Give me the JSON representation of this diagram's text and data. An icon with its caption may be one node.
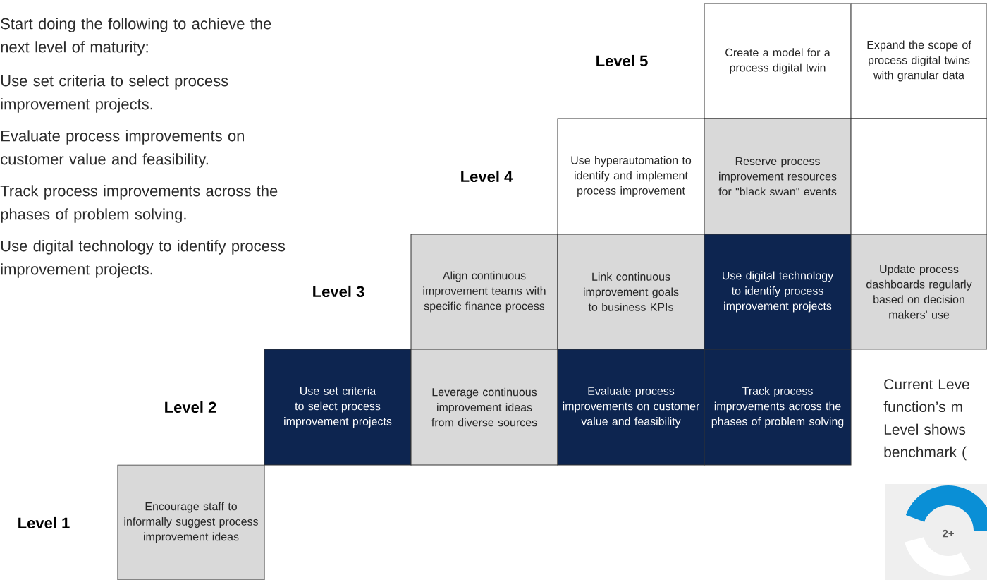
{
  "diagram": {
    "nodes": [
      {
        "text": [
          "Create a model for a process digital twin"
        ]
      },
      {
        "text": [
          "Expand the scope of process digital twins with granular data"
        ]
      },
      {
        "text": [
          "Use hyperautomation to identify and implement process improvement"
        ]
      },
      {
        "text": [
          "Reserve process improvement resources for \"black swan\" events"
        ]
      },
      {
        "text": [],
        "shape": "box"
      },
      {
        "text": [
          "Align continuous improvement teams with specific finance process"
        ]
      },
      {
        "text": [
          "Link continuous improvement goals to business KPIs"
        ]
      },
      {
        "text": [
          "Use digital technology to identify process improvement projects"
        ]
      },
      {
        "text": [
          "Update process dashboards regularly based on decision makers' use"
        ]
      },
      {
        "text": [
          "Use set criteria to select process improvement projects"
        ]
      },
      {
        "text": [
          "Leverage continuous improvement ideas from diverse sources"
        ]
      },
      {
        "text": [
          "Evaluate process improvements on customer value and feasibility"
        ]
      },
      {
        "text": [
          "Track process improvements across the phases of problem solving"
        ]
      },
      {
        "text": [
          "Encourage staff to informally suggest process improvement ideas"
        ]
      }
    ],
    "labels": [
      "Start doing the following to achieve the next level of maturity:",
      "Use set criteria to select process improvement projects.",
      "Evaluate process improvements on customer value and feasibility.",
      "Track process improvements across the phases of problem solving.",
      "Use digital technology to identify process improvement projects.",
      "Level 5",
      "Level 4",
      "Level 3",
      "Level 2",
      "Level 1",
      "Current Leve function’s m Level shows benchmark (",
      "2+"
    ]
  }
}
